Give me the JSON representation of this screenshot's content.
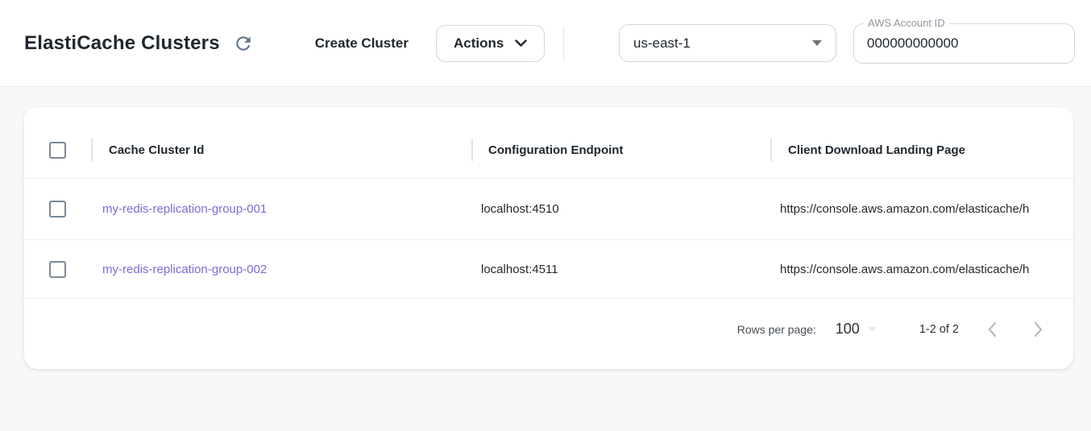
{
  "header": {
    "title": "ElastiCache Clusters",
    "create_cluster_label": "Create Cluster",
    "actions_label": "Actions",
    "region": {
      "selected": "us-east-1"
    },
    "account": {
      "label": "AWS Account ID",
      "value": "000000000000"
    }
  },
  "table": {
    "columns": [
      {
        "label": "Cache Cluster Id"
      },
      {
        "label": "Configuration Endpoint"
      },
      {
        "label": "Client Download Landing Page"
      }
    ],
    "rows": [
      {
        "cache_cluster_id": "my-redis-replication-group-001",
        "configuration_endpoint": "localhost:4510",
        "client_download_landing_page": "https://console.aws.amazon.com/elasticache/h"
      },
      {
        "cache_cluster_id": "my-redis-replication-group-002",
        "configuration_endpoint": "localhost:4511",
        "client_download_landing_page": "https://console.aws.amazon.com/elasticache/h"
      }
    ]
  },
  "pagination": {
    "rows_per_page_label": "Rows per page:",
    "rows_per_page_value": "100",
    "range": "1-2 of 2"
  },
  "icons": {
    "refresh": "⟳",
    "chevron_down": "⌄",
    "caret_down": "▼",
    "chevron_left": "‹",
    "chevron_right": "›"
  },
  "colors": {
    "link": "#7E6BD8",
    "checkbox_border": "#7B8A98",
    "page_background": "#F7F8FA",
    "card_background": "#FFFFFF",
    "control_border": "#D3D7DB",
    "text_primary": "#1F262E"
  }
}
